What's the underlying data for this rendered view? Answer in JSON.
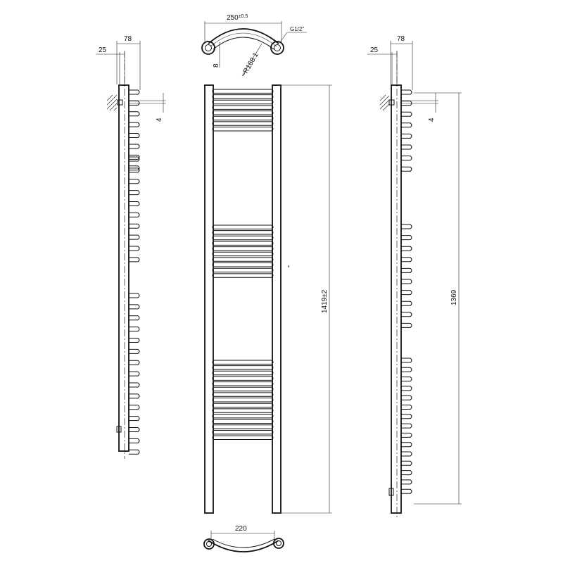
{
  "dimensions": {
    "top_width": "250",
    "top_width_tol": "±0.5",
    "thread": "G1/2\"",
    "radius": "~R168.1",
    "offset_8": "8",
    "left_78": "78",
    "left_25": "25",
    "left_4": "4",
    "right_78": "78",
    "right_25": "25",
    "right_4": "4",
    "height_total": "1419±2",
    "height_centers": "1369",
    "bottom_width": "220"
  },
  "tube_groups": [
    8,
    10,
    15
  ],
  "colors": {
    "line": "#111111",
    "background": "#ffffff"
  }
}
